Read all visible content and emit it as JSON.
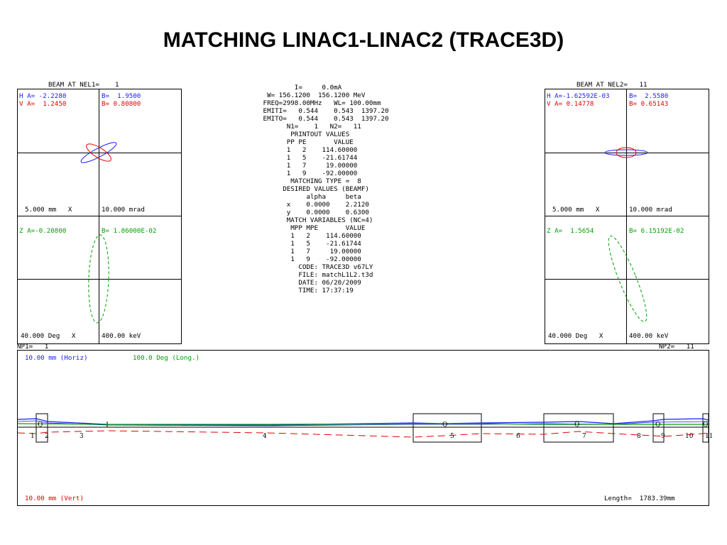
{
  "title": "MATCHING LINAC1-LINAC2 (TRACE3D)",
  "left_panel": {
    "header": "BEAM AT NEL1=    1",
    "h_a": "H A= -2.2280",
    "h_b": "B=  1.9500",
    "v_a": "V A=  1.2450",
    "v_b": "B= 0.80800",
    "xscale": "5.000 mm   X",
    "xpscale": "10.000 mrad",
    "z_a": "Z A=-0.20800",
    "z_b": "B= 1.86000E-02",
    "zscale": "40.000 Deg   X",
    "escale": "400.00 keV"
  },
  "right_panel": {
    "header": "BEAM AT NEL2=   11",
    "h_a": "H A=-1.62592E-03",
    "h_b": "B=  2.5580",
    "v_a": "V A= 0.14778",
    "v_b": "B= 0.65143",
    "xscale": "5.000 mm   X",
    "xpscale": "10.000 mrad",
    "z_a": "Z A=  1.5654",
    "z_b": "B= 6.15192E-02",
    "zscale": "40.000 Deg   X",
    "escale": "400.00 keV"
  },
  "center_lines": [
    "         I=     0.0mA",
    "  W= 156.1200  156.1200 MeV",
    " FREQ=2998.00MHz   WL= 100.00mm",
    " EMITI=   0.544    0.543  1397.20",
    " EMITO=   0.544    0.543  1397.20",
    "       N1=    1   N2=   11",
    "        PRINTOUT VALUES",
    "       PP PE       VALUE",
    "       1   2    114.60000",
    "       1   5    -21.61744",
    "       1   7     19.00000",
    "       1   9    -92.00000",
    "        MATCHING TYPE =  8",
    "      DESIRED VALUES (BEAMF)",
    "            alpha     beta",
    "       x    0.0000    2.2120",
    "       y    0.0000    0.6300",
    "       MATCH VARIABLES (NC=4)",
    "        MPP MPE       VALUE",
    "        1   2    114.60000",
    "        1   5    -21.61744",
    "        1   7     19.00000",
    "        1   9    -92.00000",
    "",
    "          CODE: TRACE3D v67LY",
    "          FILE: matchL1L2.t3d",
    "          DATE: 06/20/2009",
    "          TIME: 17:37:19"
  ],
  "bottom_panel": {
    "np1": "NP1=   1",
    "np2": "NP2=   11",
    "horiz_label": "10.00 mm (Horiz)",
    "long_label": "100.0 Deg (Long.)",
    "vert_label": "10.00 mm (Vert)",
    "length_label": "Length=  1783.39mm",
    "element_numbers": [
      "1",
      "2",
      "3",
      "4",
      "5",
      "6",
      "7",
      "8",
      "9",
      "10",
      "11"
    ],
    "quad_labels": [
      "Q",
      "Q",
      "Q",
      "Q",
      "Q"
    ]
  },
  "colors": {
    "horizontal": "#1a1aff",
    "vertical": "#e00000",
    "longitudinal": "#00a000"
  }
}
